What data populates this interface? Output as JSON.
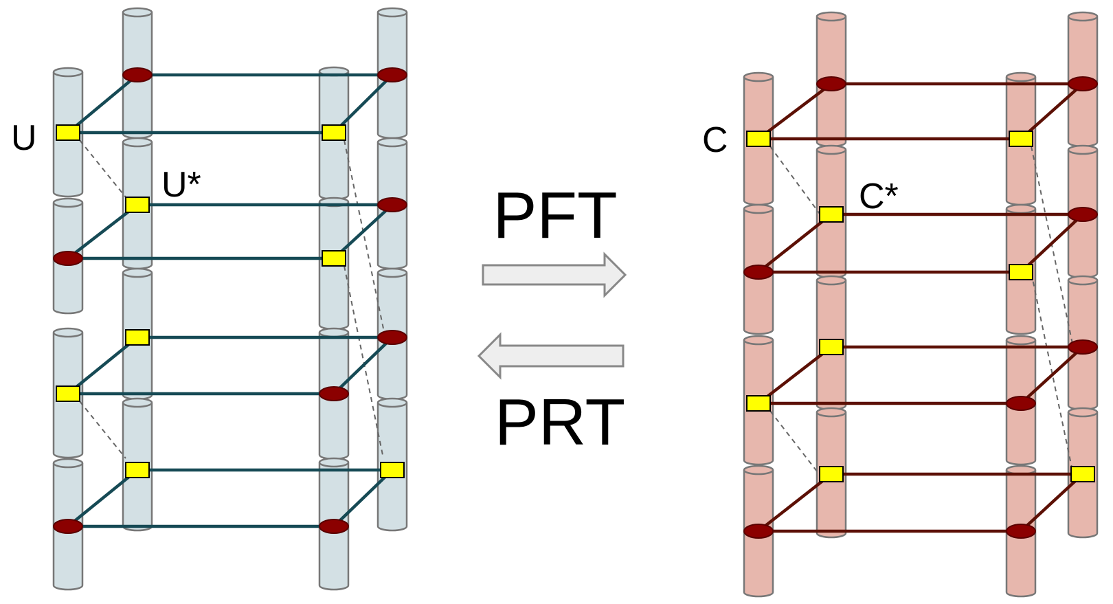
{
  "left_diagram": {
    "labels": {
      "primary": "U",
      "secondary": "U*"
    },
    "colors": {
      "column_fill": "#d3e0e4",
      "column_stroke": "#777777",
      "link": "#164a55"
    }
  },
  "right_diagram": {
    "labels": {
      "primary": "C",
      "secondary": "C*"
    },
    "colors": {
      "column_fill": "#e7b7ad",
      "column_stroke": "#777777",
      "link": "#5c1005"
    }
  },
  "transitions": {
    "forward_label": "PFT",
    "reverse_label": "PRT",
    "arrow_fill": "#eeeeee",
    "arrow_stroke": "#888888"
  },
  "node_colors": {
    "oval_fill": "#8b0000",
    "square_fill": "#ffff00",
    "dashed": "#666666"
  }
}
